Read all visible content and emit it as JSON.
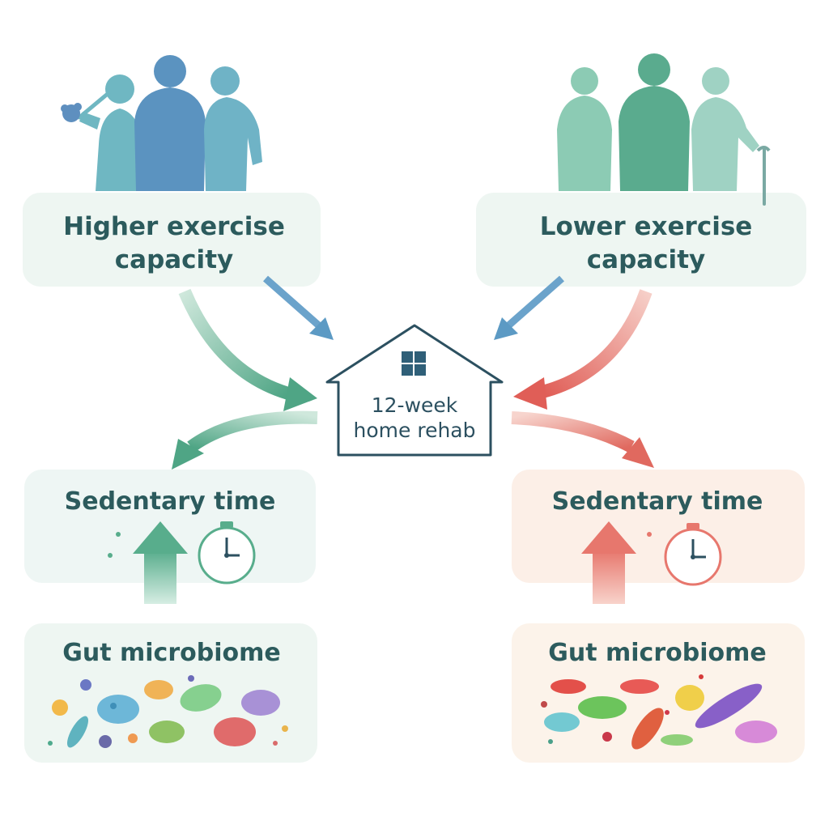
{
  "center": {
    "line1": "12-week",
    "line2": "home rehab"
  },
  "left": {
    "capacity_line1": "Higher exercise",
    "capacity_line2": "capacity",
    "sedentary": "Sedentary time",
    "microbiome": "Gut microbiome"
  },
  "right": {
    "capacity_line1": "Lower exercise",
    "capacity_line2": "capacity",
    "sedentary": "Sedentary time",
    "microbiome": "Gut microbiome"
  },
  "colors": {
    "teal_text": "#2c5b5d",
    "green_arrow": "#5fae8f",
    "blue_arrow": "#5c9ac4",
    "red_arrow": "#e4776e",
    "left_panel": "#eef6f2",
    "right_panel": "#fbefe6"
  },
  "icons": [
    "person-silhouette-icon",
    "walking-cane-icon",
    "house-icon",
    "up-arrow-icon",
    "stopwatch-icon",
    "microbe-icon"
  ]
}
